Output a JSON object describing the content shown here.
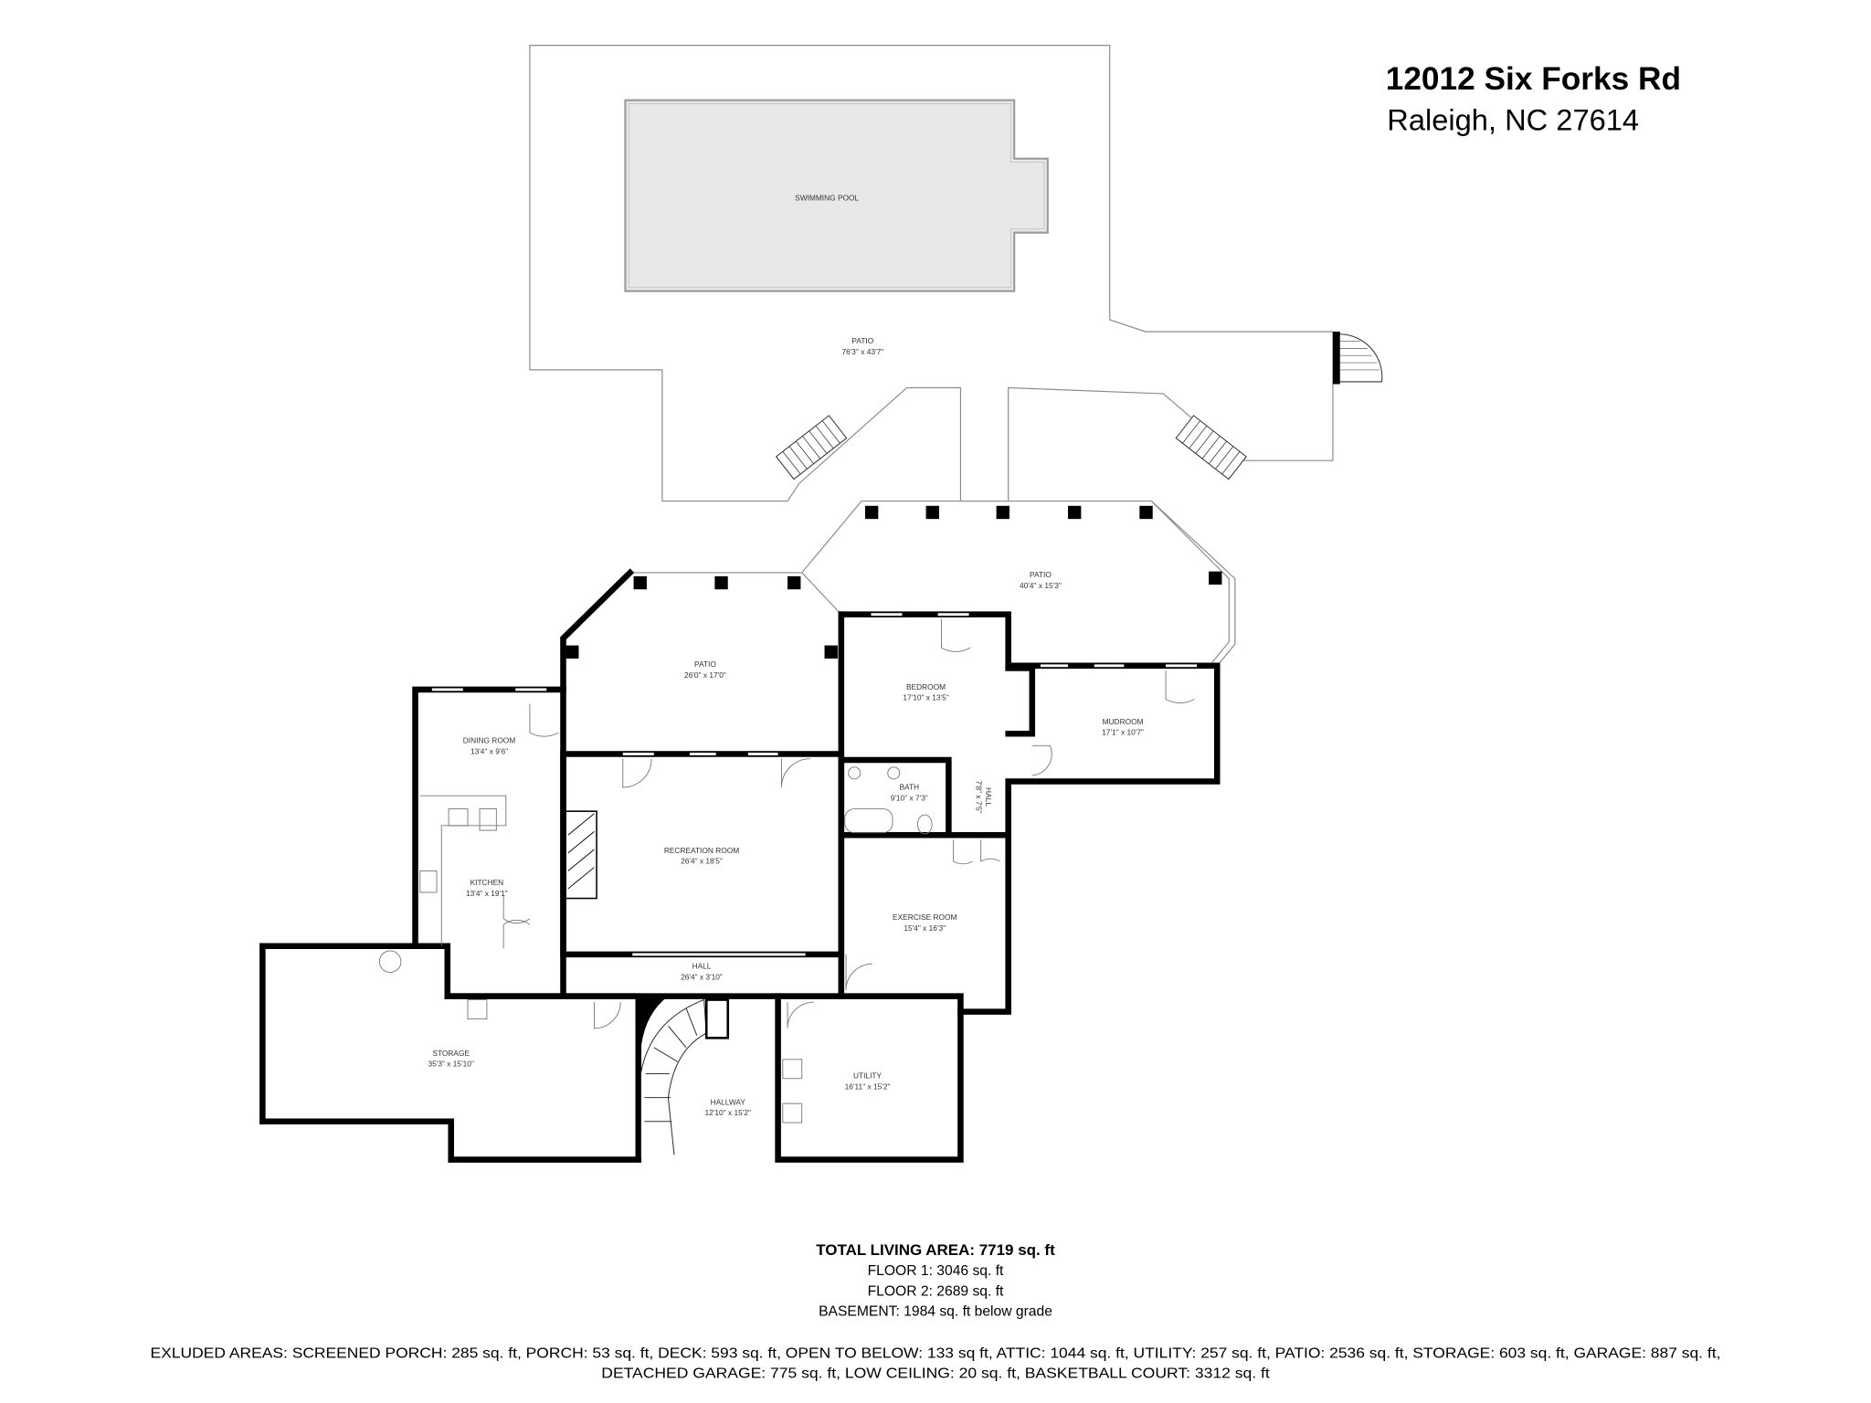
{
  "header": {
    "address": "12012 Six Forks Rd",
    "city": "Raleigh, NC 27614"
  },
  "rooms": [
    {
      "name": "SWIMMING POOL",
      "dims": ""
    },
    {
      "name": "PATIO",
      "dims": "76'3\" x 43'7\""
    },
    {
      "name": "PATIO",
      "dims": "40'4\" x 15'3\""
    },
    {
      "name": "PATIO",
      "dims": "26'0\" x 17'0\""
    },
    {
      "name": "BEDROOM",
      "dims": "17'10\" x 13'5\""
    },
    {
      "name": "MUDROOM",
      "dims": "17'1\" x 10'7\""
    },
    {
      "name": "DINING ROOM",
      "dims": "13'4\" x 9'6\""
    },
    {
      "name": "BATH",
      "dims": "9'10\" x 7'3\""
    },
    {
      "name": "HALL",
      "dims": "7'8\" x 7'5\""
    },
    {
      "name": "RECREATION ROOM",
      "dims": "26'4\" x 18'5\""
    },
    {
      "name": "KITCHEN",
      "dims": "13'4\" x 19'1\""
    },
    {
      "name": "EXERCISE ROOM",
      "dims": "15'4\" x 16'3\""
    },
    {
      "name": "HALL",
      "dims": "26'4\" x 3'10\""
    },
    {
      "name": "STORAGE",
      "dims": "35'3\" x 15'10\""
    },
    {
      "name": "UTILITY",
      "dims": "16'11\" x 15'2\""
    },
    {
      "name": "HALLWAY",
      "dims": "12'10\" x 15'2\""
    }
  ],
  "summary": {
    "total": "TOTAL LIVING AREA: 7719 sq. ft",
    "floor1": "FLOOR 1: 3046 sq. ft",
    "floor2": "FLOOR 2: 2689 sq. ft",
    "basement": "BASEMENT: 1984 sq. ft below grade",
    "excluded_line1": "EXLUDED AREAS: SCREENED PORCH: 285 sq. ft, PORCH: 53 sq. ft, DECK: 593 sq. ft, OPEN TO BELOW: 133 sq ft, ATTIC: 1044 sq. ft, UTILITY: 257 sq. ft, PATIO: 2536 sq. ft, STORAGE: 603 sq. ft, GARAGE: 887 sq. ft,",
    "excluded_line2": "DETACHED GARAGE: 775 sq. ft, LOW CEILING: 20 sq. ft, BASKETBALL COURT: 3312 sq. ft"
  },
  "colors": {
    "wall": "#000000",
    "pool": "#e8e8e8",
    "outline": "#8a8a8a"
  }
}
